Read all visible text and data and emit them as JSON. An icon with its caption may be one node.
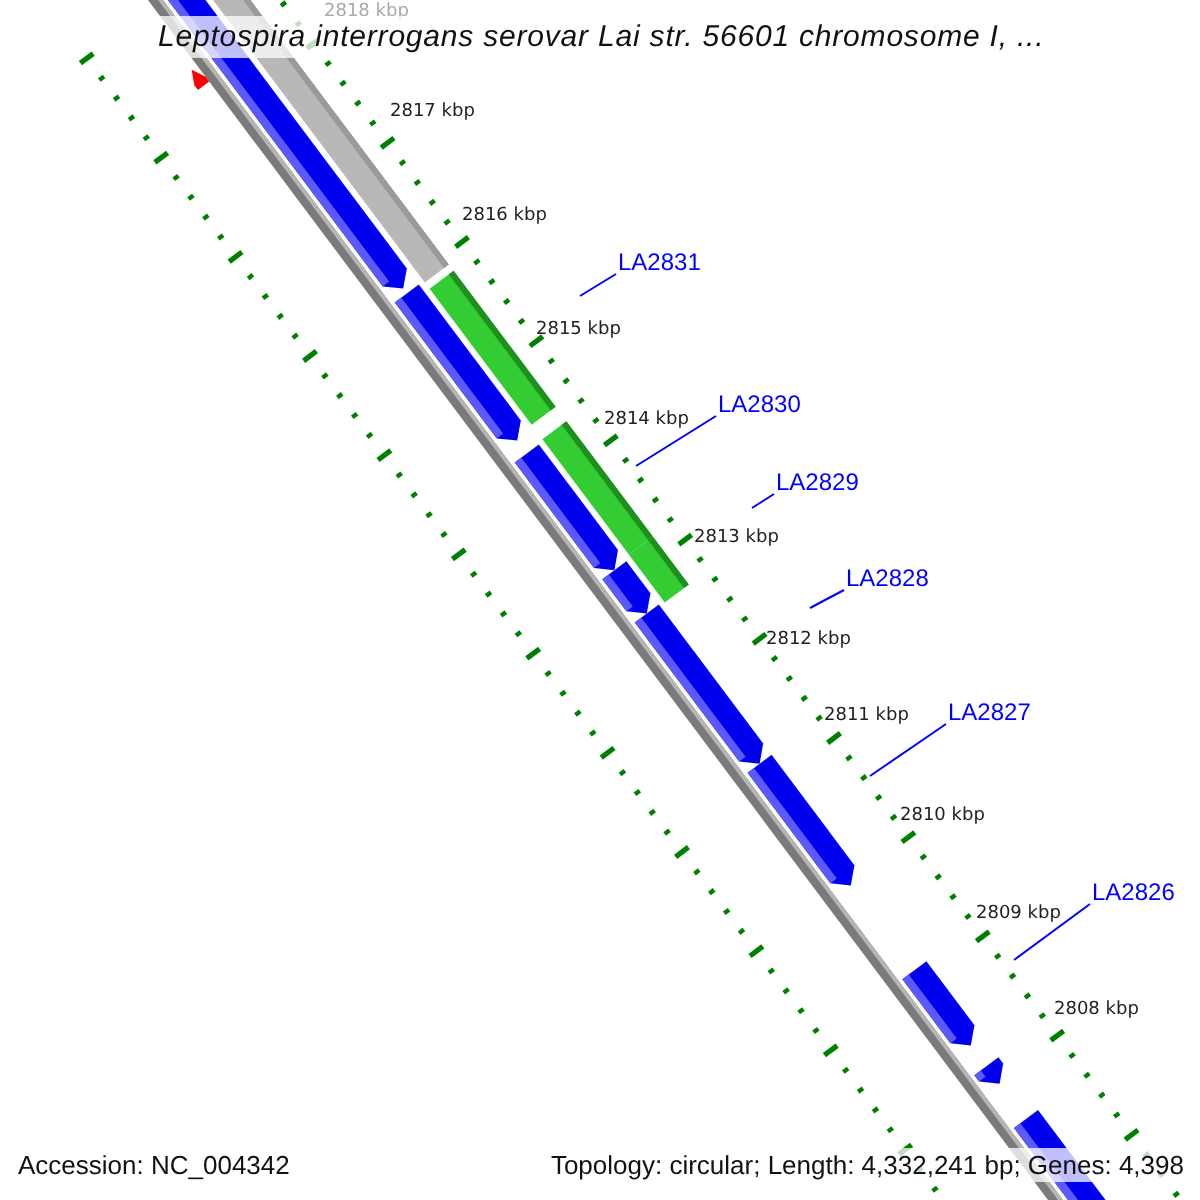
{
  "diagram": {
    "title": "Leptospira interrogans serovar Lai str. 56601 chromosome I, ...",
    "nodes": [
      {
        "text": [
          "LA2831"
        ]
      },
      {
        "text": [
          "LA2830"
        ]
      },
      {
        "text": [
          "LA2829"
        ]
      },
      {
        "text": [
          "LA2828"
        ]
      },
      {
        "text": [
          "LA2827"
        ]
      },
      {
        "text": [
          "LA2826"
        ]
      }
    ],
    "edges": [
      {
        "from": 0,
        "to": null,
        "arrow": "none"
      },
      {
        "from": 1,
        "to": null,
        "arrow": "none"
      },
      {
        "from": 2,
        "to": null,
        "arrow": "none"
      },
      {
        "from": 3,
        "to": null,
        "arrow": "none"
      },
      {
        "from": 4,
        "to": null,
        "arrow": "none"
      },
      {
        "from": 5,
        "to": null,
        "arrow": "none"
      }
    ],
    "labels": [
      "2818 kbp",
      "2817 kbp",
      "2816 kbp",
      "2815 kbp",
      "2814 kbp",
      "2813 kbp",
      "2812 kbp",
      "2811 kbp",
      "2810 kbp",
      "2809 kbp",
      "2808 kbp",
      "Accession: NC_004342",
      "Topology: circular; Length: 4,332,241 bp; Genes: 4,398"
    ]
  }
}
